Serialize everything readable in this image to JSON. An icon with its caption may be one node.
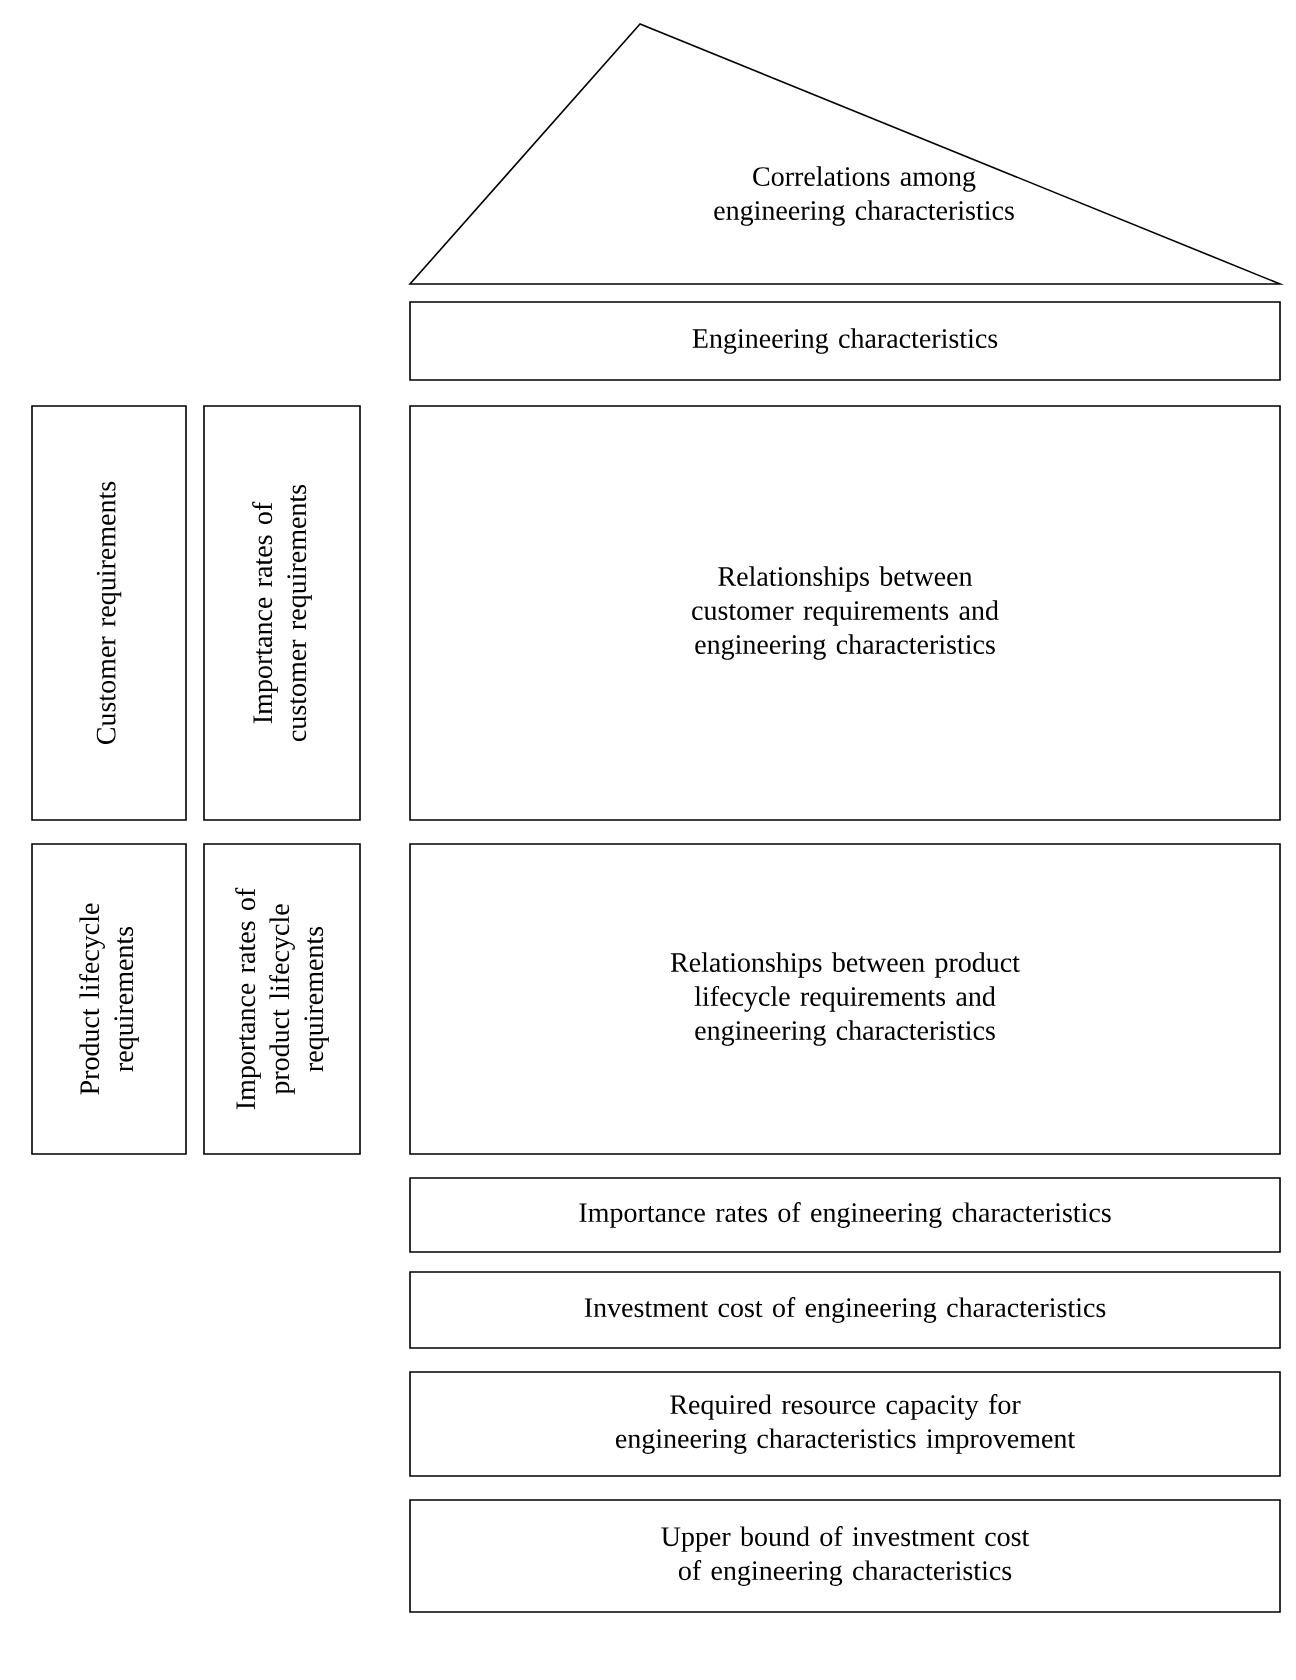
{
  "diagram": {
    "nodes": [
      {
        "text": [
          "Correlations among engineering characteristics"
        ]
      },
      {
        "text": [
          "Engineering characteristics"
        ]
      },
      {
        "text": [
          "Customer requirements"
        ]
      },
      {
        "text": [
          "Importance rates of customer requirements"
        ]
      },
      {
        "text": [
          "Relationships between customer requirements and engineering characteristics"
        ]
      },
      {
        "text": [
          "Product lifecycle requirements"
        ]
      },
      {
        "text": [
          "Importance rates of product lifecycle requirements"
        ]
      },
      {
        "text": [
          "Relationships between product lifecycle requirements and engineering characteristics"
        ]
      },
      {
        "text": [
          "Importance rates of engineering characteristics"
        ]
      },
      {
        "text": [
          "Investment cost of engineering characteristics"
        ]
      },
      {
        "text": [
          "Required resource capacity for engineering characteristics improvement"
        ]
      },
      {
        "text": [
          "Upper bound of investment cost of engineering characteristics"
        ]
      }
    ]
  }
}
